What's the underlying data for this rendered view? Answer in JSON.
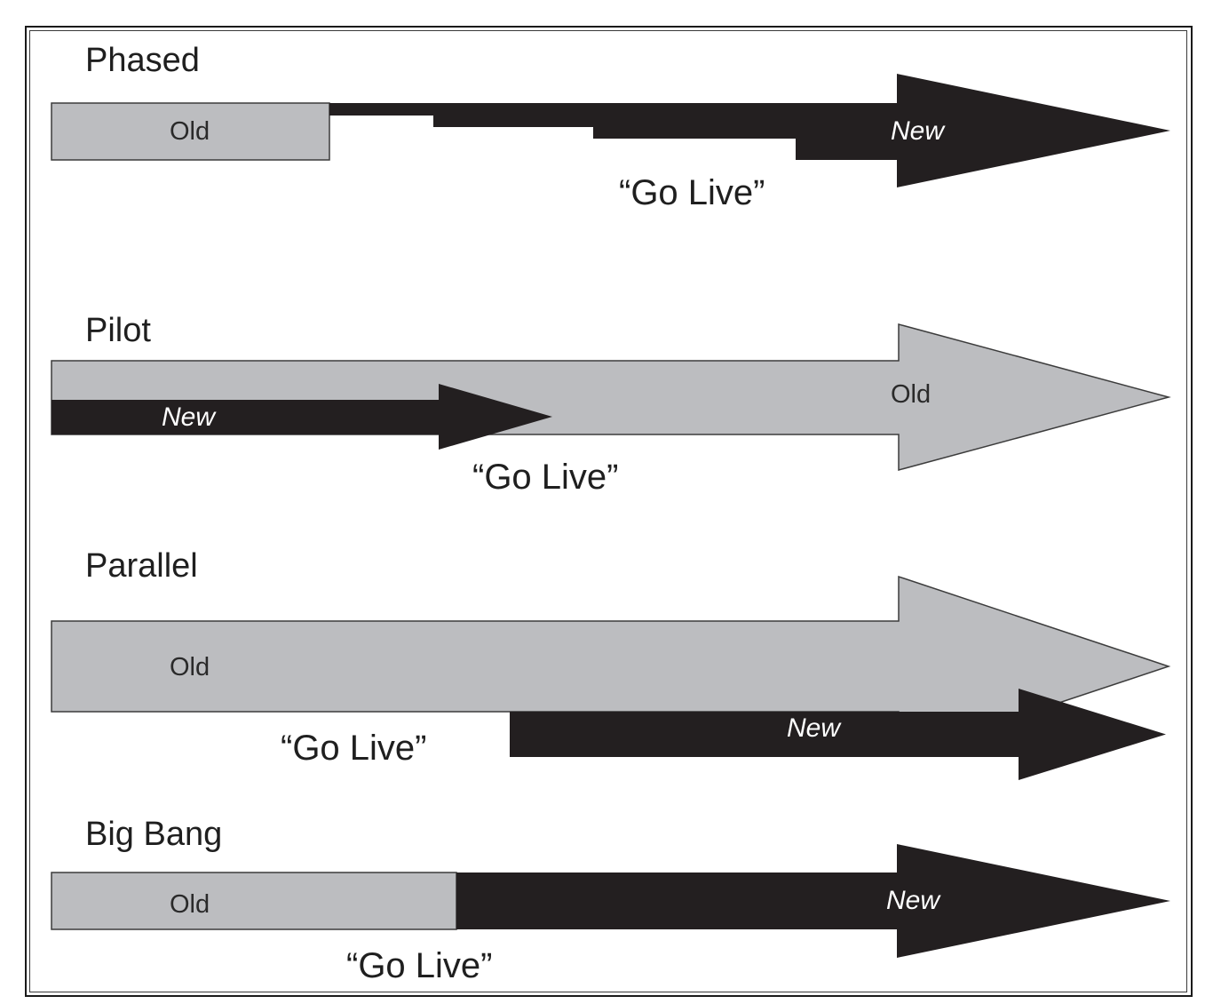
{
  "colors": {
    "old": "#bcbdc0",
    "new": "#231f20",
    "outline": "#3c3c3c",
    "text": "#1f1f1f",
    "new_text": "#ffffff",
    "background": "#ffffff"
  },
  "sections": [
    {
      "id": "phased",
      "title": "Phased",
      "old_label": "Old",
      "new_label": "New",
      "go_live_label": "“Go Live”",
      "phase_steps": 4
    },
    {
      "id": "pilot",
      "title": "Pilot",
      "old_label": "Old",
      "new_label": "New",
      "go_live_label": "“Go Live”"
    },
    {
      "id": "parallel",
      "title": "Parallel",
      "old_label": "Old",
      "new_label": "New",
      "go_live_label": "“Go Live”"
    },
    {
      "id": "big-bang",
      "title": "Big Bang",
      "old_label": "Old",
      "new_label": "New",
      "go_live_label": "“Go Live”"
    }
  ]
}
